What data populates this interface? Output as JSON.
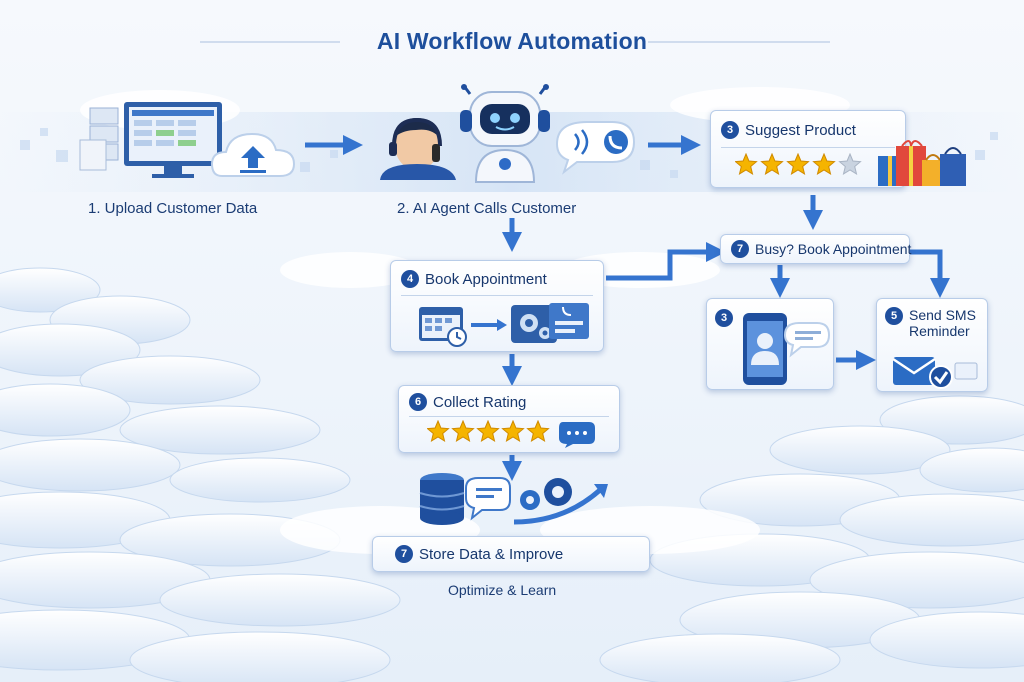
{
  "diagram": {
    "title": "AI Workflow Automation",
    "step1_caption": "1. Upload Customer Data",
    "step2_caption": "2. AI Agent Calls Customer",
    "suggest": {
      "num": "3",
      "label": "Suggest Product"
    },
    "busy": {
      "num": "7",
      "label": "Busy? Book Appointment"
    },
    "book": {
      "num": "4",
      "label": "Book Appointment"
    },
    "phone_card": {
      "num": "3"
    },
    "sms": {
      "num": "5",
      "label_line1": "Send SMS",
      "label_line2": "Reminder"
    },
    "rating": {
      "num": "6",
      "label": "Collect Rating"
    },
    "store": {
      "num": "7",
      "label": "Store Data & Improve"
    },
    "footer_caption": "Optimize & Learn",
    "colors": {
      "primary": "#1f4f9e",
      "accent": "#3a7bd5",
      "star": "#f5b400",
      "background": "#f2f6fc"
    },
    "suggest_rating_stars": 4
  }
}
